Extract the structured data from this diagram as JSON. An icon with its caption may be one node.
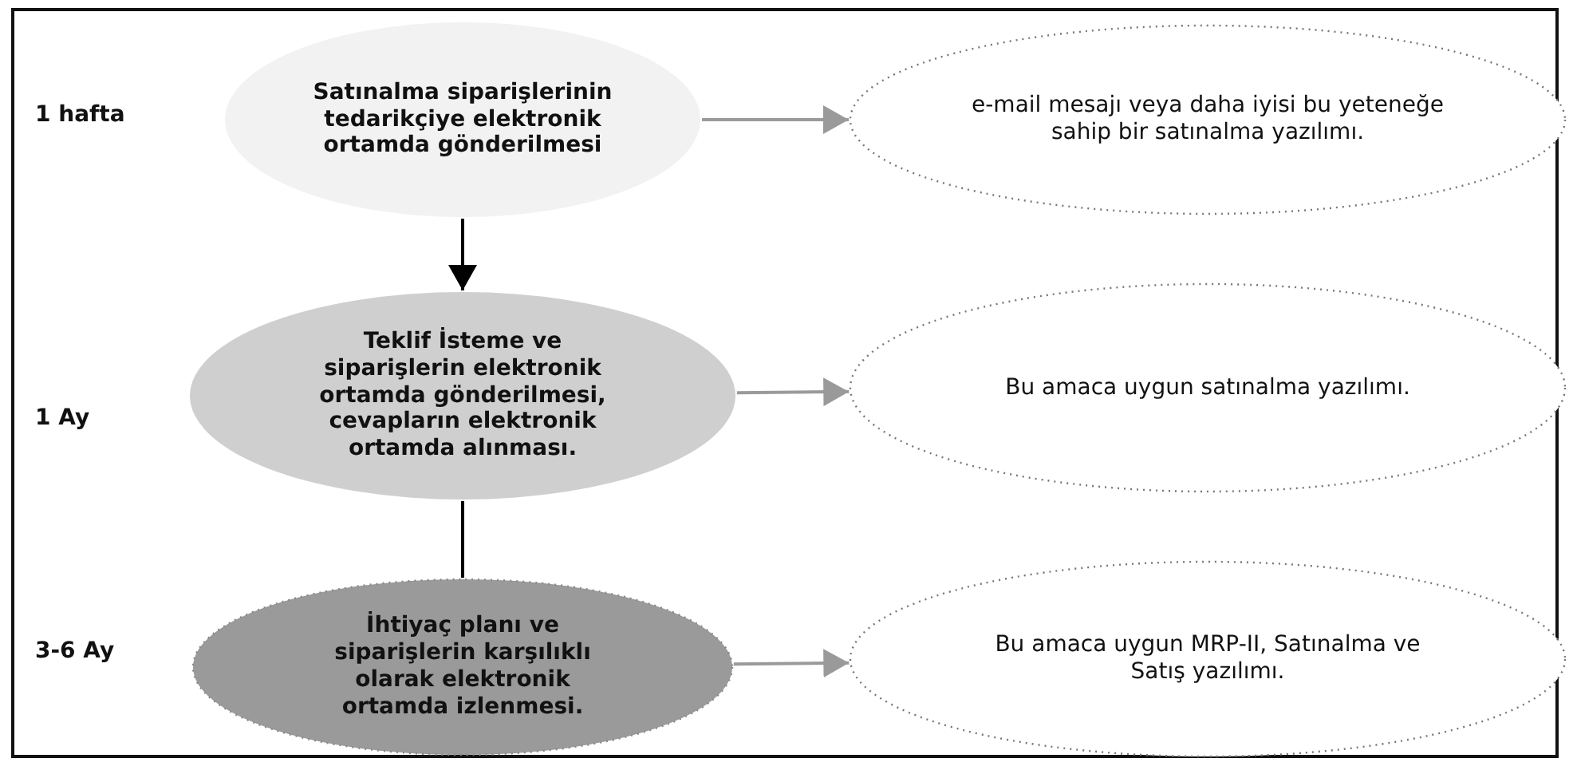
{
  "diagram": {
    "nodes": [
      {
        "text": [
          "Satınalma siparişlerinin tedarikçiye elektronik ortamda gönderilmesi"
        ]
      },
      {
        "text": [
          "e-mail mesajı veya daha iyisi bu yeteneğe sahip bir satınalma yazılımı."
        ]
      },
      {
        "text": [
          "Teklif İsteme ve siparişlerin elektronik ortamda gönderilmesi, cevapların elektronik ortamda alınması."
        ]
      },
      {
        "text": [
          "Bu amaca uygun satınalma yazılımı."
        ]
      },
      {
        "text": [
          "İhtiyaç planı ve siparişlerin karşılıklı olarak elektronik ortamda izlenmesi."
        ]
      },
      {
        "text": [
          "Bu amaca uygun MRP-II, Satınalma ve Satış yazılımı."
        ]
      }
    ],
    "edges": [
      {
        "from": 0,
        "to": 1,
        "arrow": "to"
      },
      {
        "from": 0,
        "to": 2,
        "arrow": "to",
        "color": "#000000"
      },
      {
        "from": 2,
        "to": 3,
        "arrow": "to"
      },
      {
        "from": 2,
        "to": 4,
        "arrow": "none",
        "color": "#000000"
      },
      {
        "from": 4,
        "to": 5,
        "arrow": "to"
      }
    ],
    "labels": [
      "1 hafta",
      "1 Ay",
      "3-6 Ay"
    ]
  }
}
